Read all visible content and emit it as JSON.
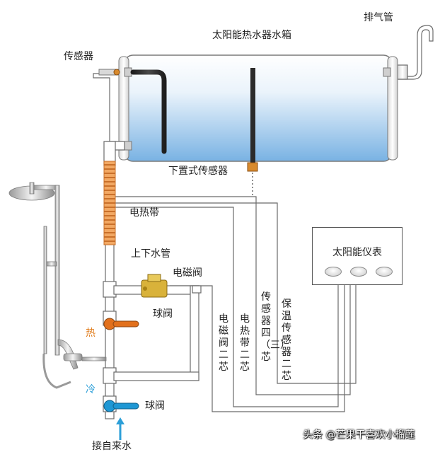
{
  "labels": {
    "exhaust_pipe": "排气管",
    "tank": "太阳能热水器水箱",
    "sensor": "传感器",
    "bottom_sensor": "下置式传感器",
    "heating_belt": "电热带",
    "up_down_pipe": "上下水管",
    "solenoid_valve": "电磁阀",
    "ball_valve_top": "球阀",
    "ball_valve_bottom": "球阀",
    "hot": "热",
    "cold": "冷",
    "tap_water": "接自来水"
  },
  "controller": {
    "title": "太阳能仪表",
    "buttons": [
      "button-1",
      "button-2",
      "button-3"
    ]
  },
  "wire_labels": {
    "solenoid_2core": "电磁阀二芯",
    "heating_2core": "电热带二芯",
    "sensor_4_3core": "传感器四（三）芯",
    "insulation_sensor_2core": "保温传感器二芯"
  },
  "watermark": "头条 @芒果干喜欢小榴莲",
  "colors": {
    "water_top": "#ffffff",
    "water_bottom": "#7fb7e6",
    "pipe": "#ffffff",
    "pipe_outline": "#6b6b6b",
    "heating_belt": "#f09a4a",
    "hot_label": "#e07a18",
    "cold_label": "#2c9fd8",
    "valve_orange": "#e2701c",
    "valve_blue": "#1e97d4",
    "solenoid_brass": "#d9b23a"
  }
}
